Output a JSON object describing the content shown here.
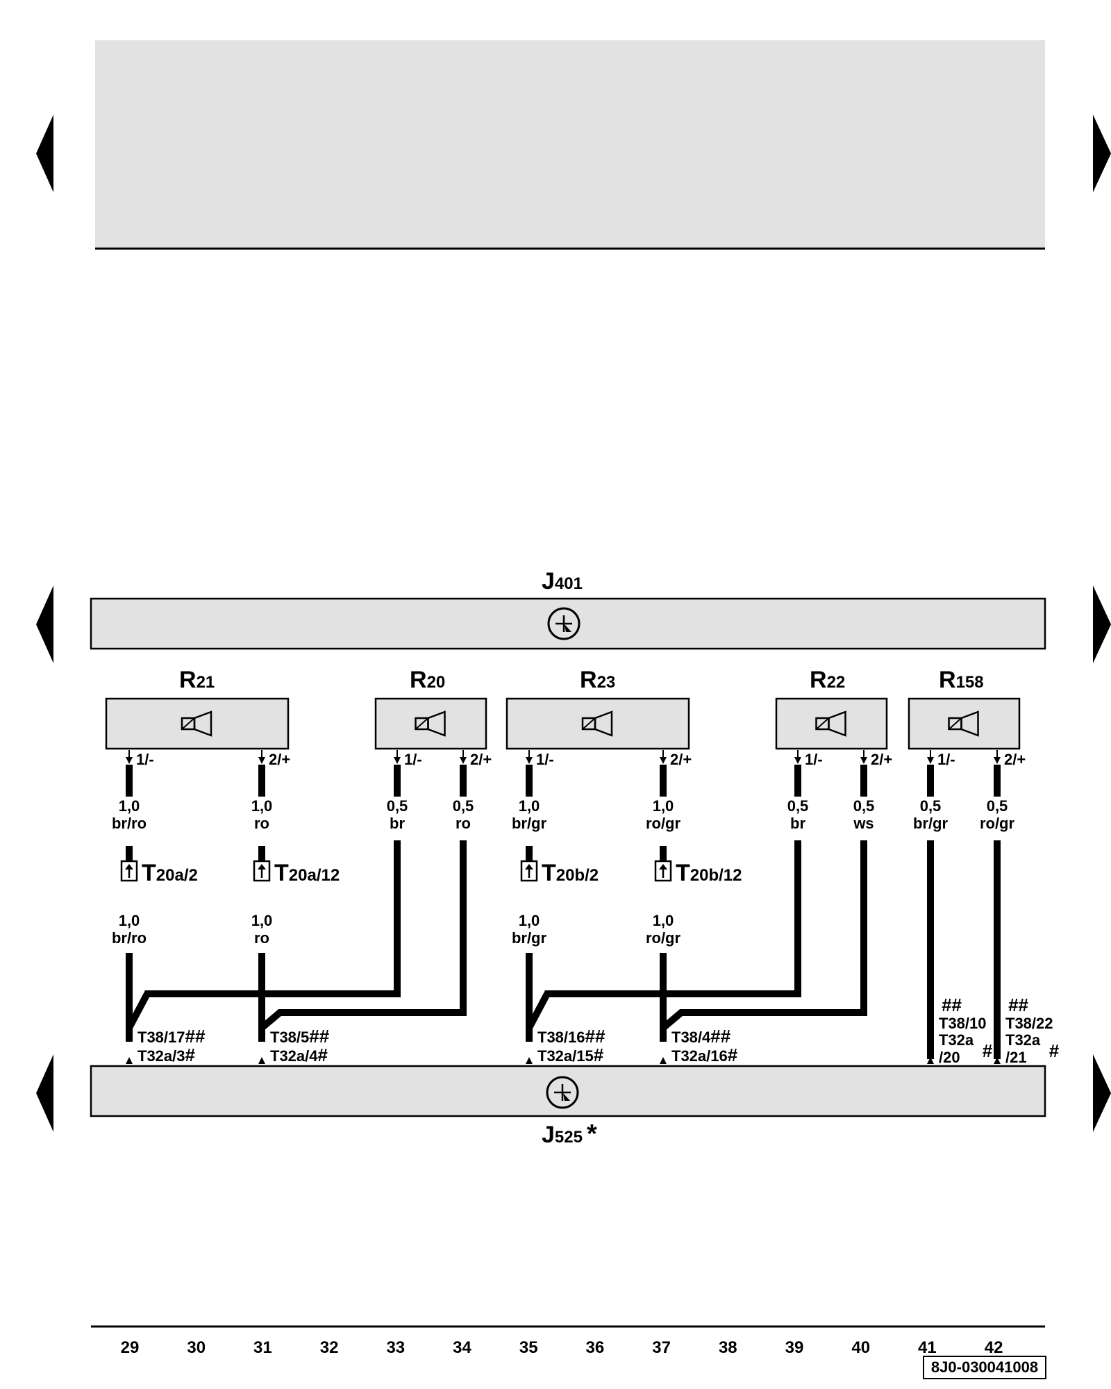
{
  "control_units": {
    "top": {
      "name": "J",
      "sub": "401"
    },
    "bottom": {
      "name": "J",
      "sub": "525",
      "mark": "*"
    }
  },
  "speakers": [
    {
      "name": "R",
      "sub": "21",
      "pins": [
        "1/-",
        "2/+"
      ]
    },
    {
      "name": "R",
      "sub": "20",
      "pins": [
        "1/-",
        "2/+"
      ]
    },
    {
      "name": "R",
      "sub": "23",
      "pins": [
        "1/-",
        "2/+"
      ]
    },
    {
      "name": "R",
      "sub": "22",
      "pins": [
        "1/-",
        "2/+"
      ]
    },
    {
      "name": "R",
      "sub": "158",
      "pins": [
        "1/-",
        "2/+"
      ]
    }
  ],
  "wires": [
    {
      "upper": {
        "size": "1,0",
        "color": "br/ro"
      },
      "lower": {
        "size": "1,0",
        "color": "br/ro"
      }
    },
    {
      "upper": {
        "size": "1,0",
        "color": "ro"
      },
      "lower": {
        "size": "1,0",
        "color": "ro"
      }
    },
    {
      "upper": {
        "size": "0,5",
        "color": "br"
      }
    },
    {
      "upper": {
        "size": "0,5",
        "color": "ro"
      }
    },
    {
      "upper": {
        "size": "1,0",
        "color": "br/gr"
      },
      "lower": {
        "size": "1,0",
        "color": "br/gr"
      }
    },
    {
      "upper": {
        "size": "1,0",
        "color": "ro/gr"
      },
      "lower": {
        "size": "1,0",
        "color": "ro/gr"
      }
    },
    {
      "upper": {
        "size": "0,5",
        "color": "br"
      }
    },
    {
      "upper": {
        "size": "0,5",
        "color": "ws"
      }
    },
    {
      "upper": {
        "size": "0,5",
        "color": "br/gr"
      }
    },
    {
      "upper": {
        "size": "0,5",
        "color": "ro/gr"
      }
    }
  ],
  "connectors": [
    {
      "main": "T",
      "sub": "20a/2"
    },
    {
      "main": "T",
      "sub": "20a/12"
    },
    {
      "main": "T",
      "sub": "20b/2"
    },
    {
      "main": "T",
      "sub": "20b/12"
    }
  ],
  "terminals": [
    {
      "l1": "T38/17",
      "m1": "##",
      "l2": "T32a/3",
      "m2": "#"
    },
    {
      "l1": "T38/5",
      "m1": "##",
      "l2": "T32a/4",
      "m2": "#"
    },
    {
      "l1": "T38/16",
      "m1": "##",
      "l2": "T32a/15",
      "m2": "#"
    },
    {
      "l1": "T38/4",
      "m1": "##",
      "l2": "T32a/16",
      "m2": "#"
    },
    {
      "l1": "T38/10",
      "m1": "##",
      "l2": "T32a",
      "l3": "/20",
      "m2": "#"
    },
    {
      "l1": "T38/22",
      "m1": "##",
      "l2": "T32a",
      "l3": "/21",
      "m2": "#"
    }
  ],
  "track_numbers": [
    "29",
    "30",
    "31",
    "32",
    "33",
    "34",
    "35",
    "36",
    "37",
    "38",
    "39",
    "40",
    "41",
    "42"
  ],
  "doc_id": "8J0-030041008",
  "colors": {
    "panel_fill": "#e2e2e2",
    "line": "#000000"
  }
}
